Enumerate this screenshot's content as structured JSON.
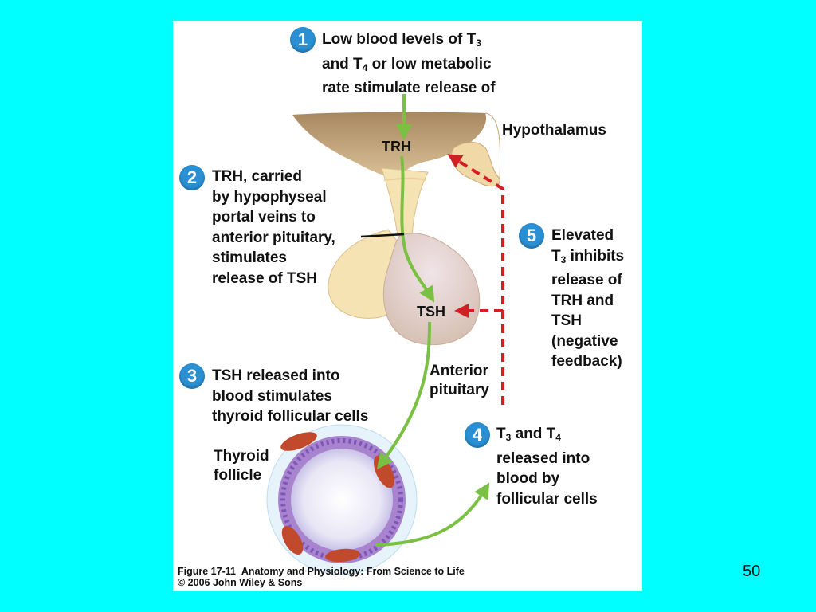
{
  "slide": {
    "background_color": "#00FFFF",
    "number": "50"
  },
  "figure": {
    "steps": [
      {
        "number": "1",
        "lines": [
          "Low blood levels of T",
          "and T",
          "or low metabolic",
          "rate stimulate release of"
        ]
      },
      {
        "number": "2",
        "lines": [
          "TRH, carried",
          "by hypophyseal",
          "portal veins to",
          "anterior pituitary,",
          "stimulates",
          "release of TSH"
        ]
      },
      {
        "number": "3",
        "lines": [
          "TSH released into",
          "blood stimulates",
          "thyroid follicular cells"
        ]
      },
      {
        "number": "4",
        "lines": [
          "T",
          "and T",
          "released into",
          "blood by",
          "follicular cells"
        ]
      },
      {
        "number": "5",
        "lines": [
          "Elevated",
          "T",
          "inhibits",
          "release of",
          "TRH and",
          "TSH",
          "(negative",
          "feedback)"
        ]
      }
    ],
    "subscripts": {
      "three": "3",
      "four": "4"
    },
    "labels": {
      "hypothalamus": "Hypothalamus",
      "anterior_pituitary_1": "Anterior",
      "anterior_pituitary_2": "pituitary",
      "thyroid_follicle_1": "Thyroid",
      "thyroid_follicle_2": "follicle",
      "trh": "TRH",
      "tsh": "TSH"
    },
    "caption": {
      "figure_ref": "Figure 17-11",
      "title": "Anatomy and Physiology: From Science to Life",
      "copyright": "© 2006 John Wiley & Sons"
    },
    "colors": {
      "badge": "#2a8fd3",
      "stimulation_arrow": "#7ac143",
      "feedback_arrow": "#d21f26",
      "tissue": "#f6e3b4"
    }
  }
}
